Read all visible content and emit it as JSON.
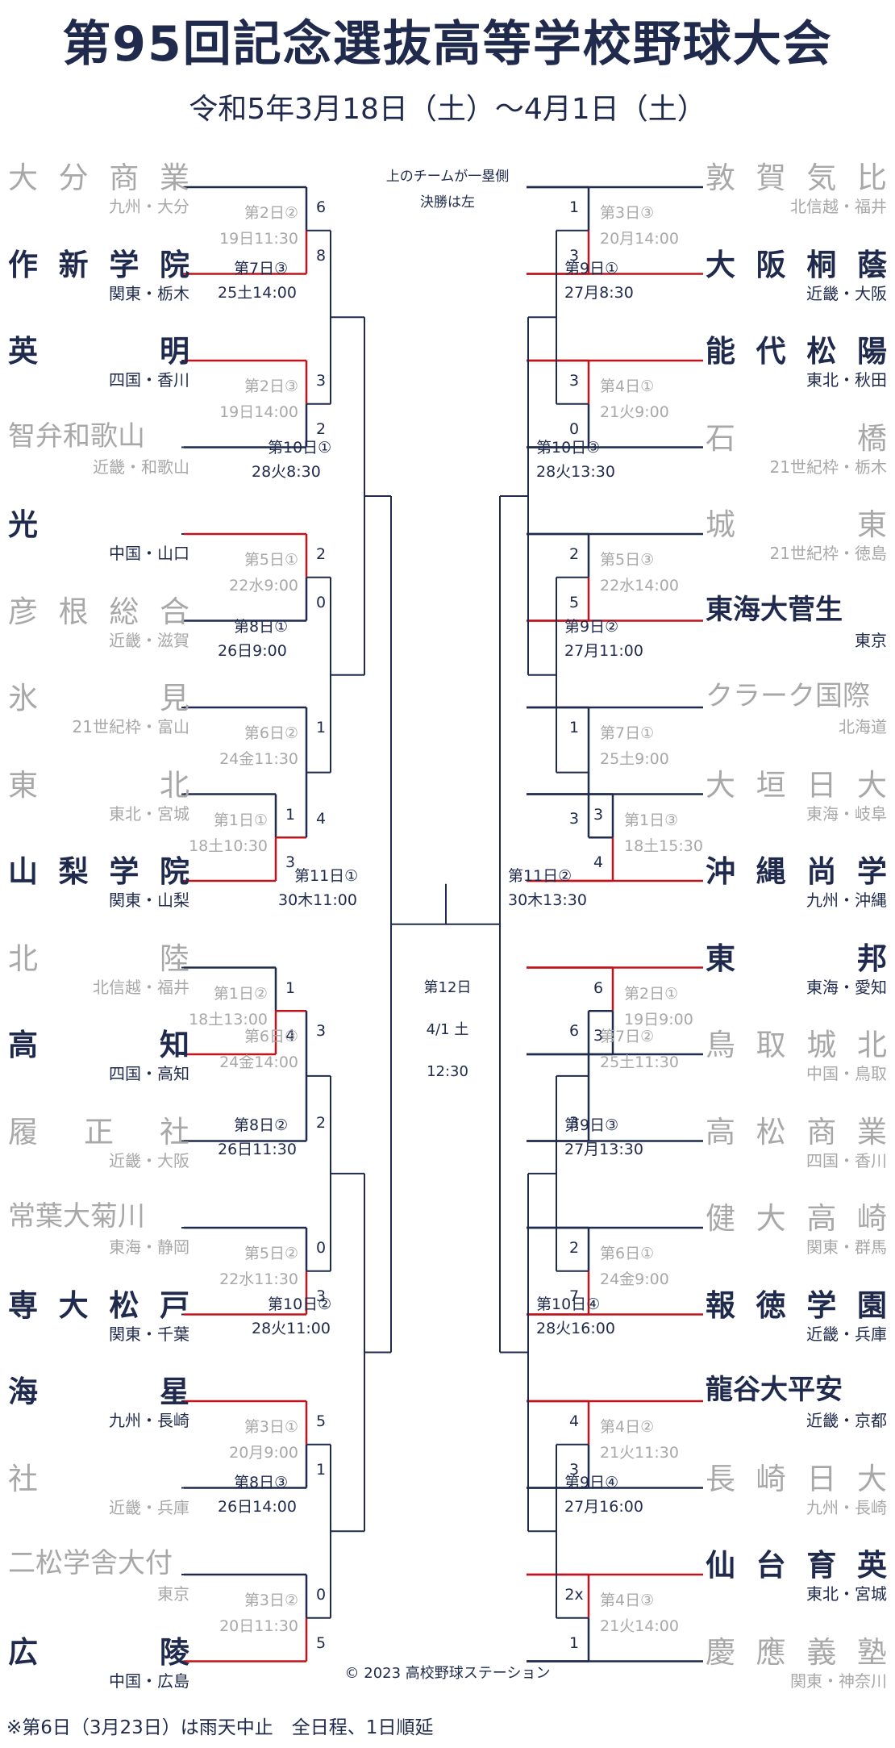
{
  "title": "第95回記念選抜高等学校野球大会",
  "subtitle": "令和5年3月18日（土）～4月1日（土）",
  "notes": {
    "line1": "上のチームが一塁側",
    "line2": "決勝は左"
  },
  "final": {
    "day": "第12日",
    "date": "4/1 土",
    "time": "12:30"
  },
  "copyright": "© 2023 高校野球ステーション",
  "footnote": "※第6日（3月23日）は雨天中止　全日程、1日順延",
  "colors": {
    "navy": "#1f2a4d",
    "red": "#c0141c",
    "gray": "#a8a8a8"
  },
  "teams_left": [
    {
      "name": "大分商業",
      "region": "九州・大分",
      "status": "lose"
    },
    {
      "name": "作新学院",
      "region": "関東・栃木",
      "status": "win"
    },
    {
      "name": "英明",
      "region": "四国・香川",
      "status": "win"
    },
    {
      "name": "智弁和歌山",
      "region": "近畿・和歌山",
      "status": "lose"
    },
    {
      "name": "光",
      "region": "中国・山口",
      "status": "win"
    },
    {
      "name": "彦根総合",
      "region": "近畿・滋賀",
      "status": "lose"
    },
    {
      "name": "氷見",
      "region": "21世紀枠・富山",
      "status": "lose"
    },
    {
      "name": "東北",
      "region": "東北・宮城",
      "status": "lose"
    },
    {
      "name": "山梨学院",
      "region": "関東・山梨",
      "status": "win"
    },
    {
      "name": "北陸",
      "region": "北信越・福井",
      "status": "lose"
    },
    {
      "name": "高知",
      "region": "四国・高知",
      "status": "win"
    },
    {
      "name": "履正社",
      "region": "近畿・大阪",
      "status": "lose"
    },
    {
      "name": "常葉大菊川",
      "region": "東海・静岡",
      "status": "lose"
    },
    {
      "name": "専大松戸",
      "region": "関東・千葉",
      "status": "win"
    },
    {
      "name": "海星",
      "region": "九州・長崎",
      "status": "win"
    },
    {
      "name": "社",
      "region": "近畿・兵庫",
      "status": "lose"
    },
    {
      "name": "二松学舎大付",
      "region": "東京",
      "status": "lose"
    },
    {
      "name": "広陵",
      "region": "中国・広島",
      "status": "win"
    }
  ],
  "teams_right": [
    {
      "name": "敦賀気比",
      "region": "北信越・福井",
      "status": "lose"
    },
    {
      "name": "大阪桐蔭",
      "region": "近畿・大阪",
      "status": "win"
    },
    {
      "name": "能代松陽",
      "region": "東北・秋田",
      "status": "win"
    },
    {
      "name": "石橋",
      "region": "21世紀枠・栃木",
      "status": "lose"
    },
    {
      "name": "城東",
      "region": "21世紀枠・徳島",
      "status": "lose"
    },
    {
      "name": "東海大菅生",
      "region": "東京",
      "status": "win"
    },
    {
      "name": "クラーク国際",
      "region": "北海道",
      "status": "lose"
    },
    {
      "name": "大垣日大",
      "region": "東海・岐阜",
      "status": "lose"
    },
    {
      "name": "沖縄尚学",
      "region": "九州・沖縄",
      "status": "win"
    },
    {
      "name": "東邦",
      "region": "東海・愛知",
      "status": "win"
    },
    {
      "name": "鳥取城北",
      "region": "中国・鳥取",
      "status": "lose"
    },
    {
      "name": "高松商業",
      "region": "四国・香川",
      "status": "lose"
    },
    {
      "name": "健大高崎",
      "region": "関東・群馬",
      "status": "lose"
    },
    {
      "name": "報徳学園",
      "region": "近畿・兵庫",
      "status": "win"
    },
    {
      "name": "龍谷大平安",
      "region": "近畿・京都",
      "status": "win"
    },
    {
      "name": "長崎日大",
      "region": "九州・長崎",
      "status": "lose"
    },
    {
      "name": "仙台育英",
      "region": "東北・宮城",
      "status": "win"
    },
    {
      "name": "慶應義塾",
      "region": "関東・神奈川",
      "status": "lose"
    }
  ],
  "first_round_left": [
    {
      "id": "L1",
      "label": "第2日②",
      "time": "19日11:30",
      "top": "6",
      "bottom": "8"
    },
    {
      "id": "L2",
      "label": "第2日③",
      "time": "19日14:00",
      "top": "3",
      "bottom": "2"
    },
    {
      "id": "L3",
      "label": "第5日①",
      "time": "22水9:00",
      "top": "2",
      "bottom": "0"
    },
    {
      "id": "L4",
      "label": "第1日①",
      "time": "18土10:30",
      "top": "1",
      "bottom": "3"
    },
    {
      "id": "L5",
      "label": "第1日②",
      "time": "18土13:00",
      "top": "1",
      "bottom": "4"
    },
    {
      "id": "L6",
      "label": "第5日②",
      "time": "22水11:30",
      "top": "0",
      "bottom": "3"
    },
    {
      "id": "L7",
      "label": "第3日①",
      "time": "20月9:00",
      "top": "5",
      "bottom": "1"
    },
    {
      "id": "L8",
      "label": "第3日②",
      "time": "20日11:30",
      "top": "0",
      "bottom": "5"
    },
    {
      "id": "L9",
      "label": "第6日②",
      "time": "24金11:30",
      "top": "1",
      "bottom": "4"
    },
    {
      "id": "L10",
      "label": "第6日③",
      "time": "24金14:00",
      "top": "3",
      "bottom": "2"
    }
  ],
  "first_round_right": [
    {
      "id": "R1",
      "label": "第3日③",
      "time": "20月14:00",
      "top": "1",
      "bottom": "3"
    },
    {
      "id": "R2",
      "label": "第4日①",
      "time": "21火9:00",
      "top": "3",
      "bottom": "0"
    },
    {
      "id": "R3",
      "label": "第5日③",
      "time": "22水14:00",
      "top": "2",
      "bottom": "5"
    },
    {
      "id": "R4",
      "label": "第1日③",
      "time": "18土15:30",
      "top": "3",
      "bottom": "4"
    },
    {
      "id": "R5",
      "label": "第2日①",
      "time": "19日9:00",
      "top": "6",
      "bottom": "3"
    },
    {
      "id": "R6",
      "label": "第6日①",
      "time": "24金9:00",
      "top": "2",
      "bottom": "7"
    },
    {
      "id": "R7",
      "label": "第4日②",
      "time": "21火11:30",
      "top": "4",
      "bottom": "3"
    },
    {
      "id": "R8",
      "label": "第4日③",
      "time": "21火14:00",
      "top": "2x",
      "bottom": "1"
    },
    {
      "id": "R9",
      "label": "第7日①",
      "time": "25土9:00",
      "top": "1",
      "bottom": "3"
    },
    {
      "id": "R10",
      "label": "第7日②",
      "time": "25土11:30",
      "top": "6",
      "bottom": "3"
    }
  ],
  "later_rounds": [
    {
      "label": "第7日③",
      "time": "25土14:00"
    },
    {
      "label": "第8日①",
      "time": "26日9:00"
    },
    {
      "label": "第8日②",
      "time": "26日11:30"
    },
    {
      "label": "第8日③",
      "time": "26日14:00"
    },
    {
      "label": "第9日①",
      "time": "27月8:30"
    },
    {
      "label": "第9日②",
      "time": "27月11:00"
    },
    {
      "label": "第9日③",
      "time": "27月13:30"
    },
    {
      "label": "第9日④",
      "time": "27月16:00"
    },
    {
      "label": "第10日①",
      "time": "28火8:30"
    },
    {
      "label": "第10日②",
      "time": "28火11:00"
    },
    {
      "label": "第10日③",
      "time": "28火13:30"
    },
    {
      "label": "第10日④",
      "time": "28火16:00"
    },
    {
      "label": "第11日①",
      "time": "30木11:00"
    },
    {
      "label": "第11日②",
      "time": "30木13:30"
    }
  ]
}
